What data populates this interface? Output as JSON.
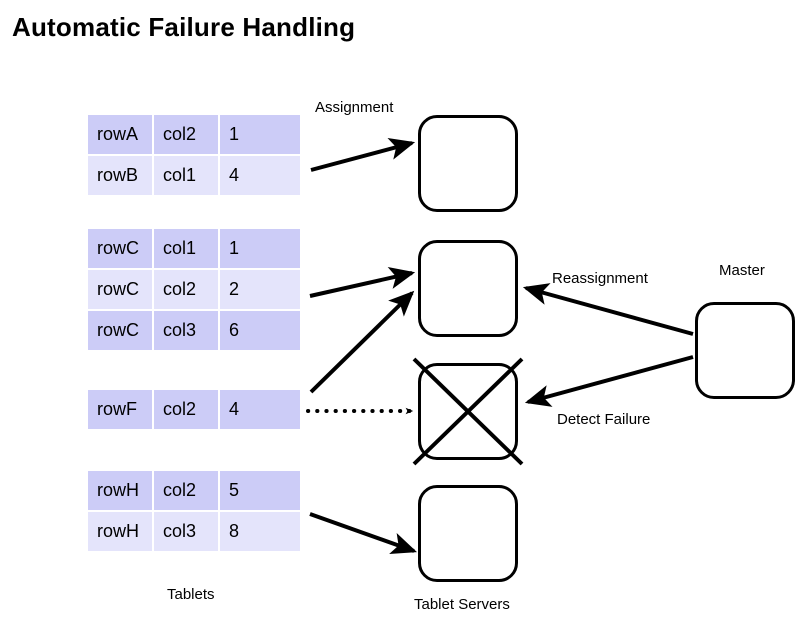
{
  "title": "Automatic Failure Handling",
  "palette": {
    "row_dark": "#ccccf7",
    "row_light": "#e4e4fb",
    "stroke": "#000000",
    "background": "#ffffff"
  },
  "tablets": {
    "group_label": "Tablets",
    "tables": [
      {
        "id": "tablet-1",
        "rows": [
          {
            "key": "rowA",
            "column": "col2",
            "value": "1",
            "shade": "dark"
          },
          {
            "key": "rowB",
            "column": "col1",
            "value": "4",
            "shade": "light"
          }
        ]
      },
      {
        "id": "tablet-2",
        "rows": [
          {
            "key": "rowC",
            "column": "col1",
            "value": "1",
            "shade": "dark"
          },
          {
            "key": "rowC",
            "column": "col2",
            "value": "2",
            "shade": "light"
          },
          {
            "key": "rowC",
            "column": "col3",
            "value": "6",
            "shade": "dark"
          }
        ]
      },
      {
        "id": "tablet-3",
        "rows": [
          {
            "key": "rowF",
            "column": "col2",
            "value": "4",
            "shade": "dark"
          }
        ]
      },
      {
        "id": "tablet-4",
        "rows": [
          {
            "key": "rowH",
            "column": "col2",
            "value": "5",
            "shade": "dark"
          },
          {
            "key": "rowH",
            "column": "col3",
            "value": "8",
            "shade": "light"
          }
        ]
      }
    ]
  },
  "servers": {
    "group_label": "Tablet Servers",
    "boxes": [
      {
        "id": "tablet-server-1",
        "failed": false
      },
      {
        "id": "tablet-server-2",
        "failed": false
      },
      {
        "id": "tablet-server-3",
        "failed": true
      },
      {
        "id": "tablet-server-4",
        "failed": false
      }
    ]
  },
  "master": {
    "label": "Master"
  },
  "edges": [
    {
      "id": "assignment-edge",
      "label": "Assignment",
      "style": "solid"
    },
    {
      "id": "tablet2-to-server2-edge",
      "label": "",
      "style": "solid"
    },
    {
      "id": "tablet3-to-server2-edge",
      "label": "",
      "style": "solid"
    },
    {
      "id": "tablet3-to-failed-edge",
      "label": "",
      "style": "dotted"
    },
    {
      "id": "tablet4-to-server4-edge",
      "label": "",
      "style": "solid"
    },
    {
      "id": "reassignment-edge",
      "label": "Reassignment",
      "style": "solid"
    },
    {
      "id": "detect-failure-edge",
      "label": "Detect Failure",
      "style": "solid"
    }
  ],
  "labels": {
    "assignment": "Assignment",
    "reassignment": "Reassignment",
    "detect_failure": "Detect Failure",
    "master": "Master",
    "tablets": "Tablets",
    "tablet_servers": "Tablet Servers"
  }
}
